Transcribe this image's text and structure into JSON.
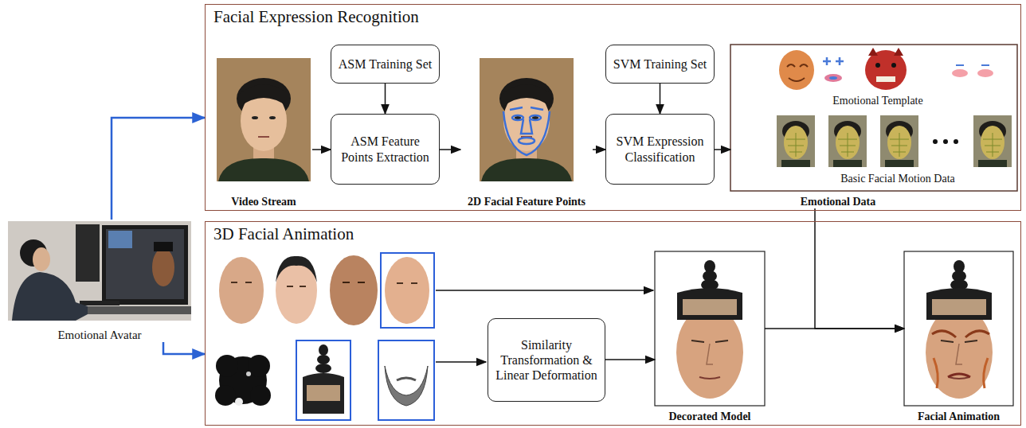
{
  "diagram": {
    "nodes": [
      {
        "text": [
          "Facial Expression Recognition"
        ]
      },
      {
        "text": [
          "Video Stream"
        ],
        "in": 0
      },
      {
        "text": [
          "ASM Training Set"
        ],
        "in": 0
      },
      {
        "text": [
          "ASM Feature Points Extraction"
        ],
        "in": 0
      },
      {
        "text": [
          "2D Facial Feature Points"
        ],
        "in": 0
      },
      {
        "text": [
          "SVM Training Set"
        ],
        "in": 0
      },
      {
        "text": [
          "SVM Expression Classification"
        ],
        "in": 0
      },
      {
        "text": [
          "Emotional Template",
          "Basic Facial Motion Data",
          "Emotional Data"
        ],
        "in": 0
      },
      {
        "text": [
          "Emotional Avatar"
        ]
      },
      {
        "text": [
          "3D Facial Animation"
        ]
      },
      {
        "text": [
          "Similarity Transformation & Linear Deformation"
        ],
        "in": 9
      },
      {
        "text": [
          "Decorated Model"
        ],
        "in": 9
      },
      {
        "text": [
          "Facial Animation"
        ],
        "in": 9
      }
    ],
    "edges": [
      {
        "from": 8,
        "to": 0,
        "arrow": "to"
      },
      {
        "from": 8,
        "to": 9,
        "arrow": "to"
      },
      {
        "from": 1,
        "to": 3,
        "arrow": "to"
      },
      {
        "from": 2,
        "to": 3,
        "arrow": "to"
      },
      {
        "from": 3,
        "to": 4,
        "arrow": "to"
      },
      {
        "from": 4,
        "to": 6,
        "arrow": "to"
      },
      {
        "from": 5,
        "to": 6,
        "arrow": "to"
      },
      {
        "from": 6,
        "to": 7,
        "arrow": "to"
      },
      {
        "from": 7,
        "to": 12,
        "arrow": "to"
      },
      {
        "from": 10,
        "to": 11,
        "arrow": "to"
      },
      {
        "from": 11,
        "to": 12,
        "arrow": "to"
      }
    ]
  }
}
